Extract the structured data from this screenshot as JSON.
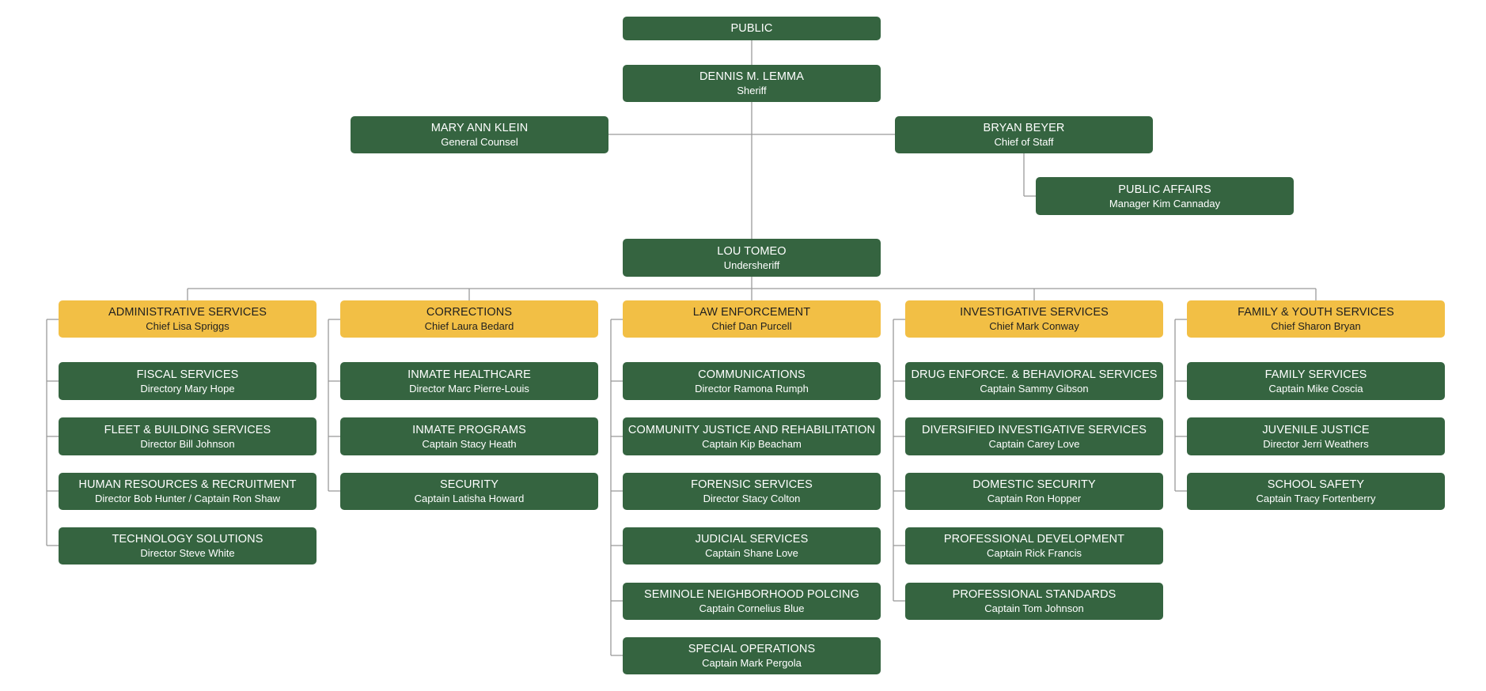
{
  "colors": {
    "leader": "#356440",
    "division": "#f2bf45",
    "connector": "#9a9a9a"
  },
  "public": {
    "label": "PUBLIC"
  },
  "sheriff": {
    "name": "DENNIS M. LEMMA",
    "title": "Sheriff"
  },
  "general_counsel": {
    "name": "MARY ANN KLEIN",
    "title": "General Counsel"
  },
  "chief_of_staff": {
    "name": "BRYAN BEYER",
    "title": "Chief of Staff"
  },
  "public_affairs": {
    "name": "PUBLIC AFFAIRS",
    "title": "Manager Kim Cannaday"
  },
  "undersheriff": {
    "name": "LOU TOMEO",
    "title": "Undersheriff"
  },
  "divisions": [
    {
      "name": "ADMINISTRATIVE SERVICES",
      "chief": "Chief Lisa Spriggs",
      "units": [
        {
          "name": "FISCAL SERVICES",
          "head": "Directory Mary Hope"
        },
        {
          "name": "FLEET & BUILDING SERVICES",
          "head": "Director Bill Johnson"
        },
        {
          "name": "HUMAN RESOURCES & RECRUITMENT",
          "head": "Director Bob Hunter / Captain Ron Shaw"
        },
        {
          "name": "TECHNOLOGY SOLUTIONS",
          "head": "Director Steve White"
        }
      ]
    },
    {
      "name": "CORRECTIONS",
      "chief": "Chief Laura Bedard",
      "units": [
        {
          "name": "INMATE HEALTHCARE",
          "head": "Director Marc Pierre-Louis"
        },
        {
          "name": "INMATE PROGRAMS",
          "head": "Captain Stacy Heath"
        },
        {
          "name": "SECURITY",
          "head": "Captain Latisha Howard"
        }
      ]
    },
    {
      "name": "LAW ENFORCEMENT",
      "chief": "Chief Dan Purcell",
      "units": [
        {
          "name": "COMMUNICATIONS",
          "head": "Director Ramona Rumph"
        },
        {
          "name": "COMMUNITY JUSTICE AND REHABILITATION",
          "head": "Captain Kip Beacham"
        },
        {
          "name": "FORENSIC SERVICES",
          "head": "Director Stacy Colton"
        },
        {
          "name": "JUDICIAL SERVICES",
          "head": "Captain Shane Love"
        },
        {
          "name": "SEMINOLE NEIGHBORHOOD POLCING",
          "head": "Captain Cornelius Blue"
        },
        {
          "name": "SPECIAL OPERATIONS",
          "head": "Captain Mark Pergola"
        }
      ]
    },
    {
      "name": "INVESTIGATIVE SERVICES",
      "chief": "Chief Mark Conway",
      "units": [
        {
          "name": "DRUG ENFORCE. & BEHAVIORAL SERVICES",
          "head": "Captain Sammy Gibson"
        },
        {
          "name": "DIVERSIFIED INVESTIGATIVE SERVICES",
          "head": "Captain Carey Love"
        },
        {
          "name": "DOMESTIC SECURITY",
          "head": "Captain Ron Hopper"
        },
        {
          "name": "PROFESSIONAL DEVELOPMENT",
          "head": "Captain Rick Francis"
        },
        {
          "name": "PROFESSIONAL STANDARDS",
          "head": "Captain Tom Johnson"
        }
      ]
    },
    {
      "name": "FAMILY & YOUTH SERVICES",
      "chief": "Chief Sharon Bryan",
      "units": [
        {
          "name": "FAMILY SERVICES",
          "head": "Captain Mike Coscia"
        },
        {
          "name": "JUVENILE JUSTICE",
          "head": "Director Jerri Weathers"
        },
        {
          "name": "SCHOOL SAFETY",
          "head": "Captain Tracy Fortenberry"
        }
      ]
    }
  ]
}
